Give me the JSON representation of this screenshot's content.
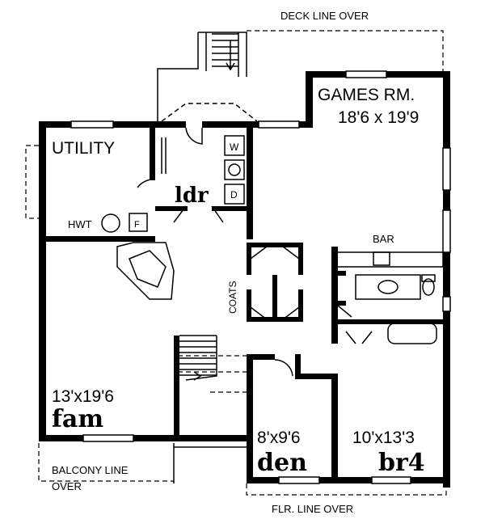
{
  "plan": {
    "deck_note": "DECK LINE OVER",
    "balcony_note_1": "BALCONY LINE",
    "balcony_note_2": "OVER",
    "floor_note": "FLR. LINE OVER",
    "rooms": {
      "games": {
        "name": "GAMES RM.",
        "size": "18'6 x 19'9"
      },
      "utility": {
        "name": "UTILITY"
      },
      "laundry": {
        "name": "ldr",
        "washer": "W",
        "dryer": "D"
      },
      "hwt": "HWT",
      "furnace": "F",
      "bar": "BAR",
      "coats": "COATS",
      "family": {
        "name": "fam",
        "size": "13'x19'6"
      },
      "den": {
        "name": "den",
        "size": "8'x9'6"
      },
      "bedroom4": {
        "name": "br4",
        "size": "10'x13'3"
      }
    }
  }
}
